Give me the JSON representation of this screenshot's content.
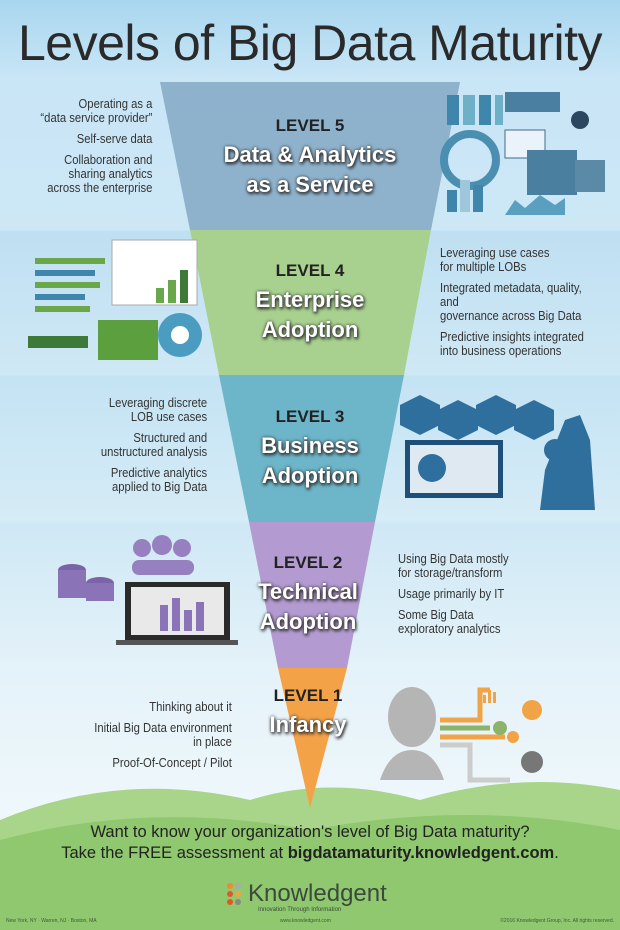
{
  "title": "Levels of Big Data Maturity",
  "levels": [
    {
      "number": "LEVEL 5",
      "name_lines": [
        "Data & Analytics",
        "as a Service"
      ],
      "color": "#8fb2cc",
      "bullets": [
        [
          "Operating as a",
          "“data service provider”"
        ],
        [
          "Self-serve data"
        ],
        [
          "Collaboration and",
          "sharing analytics",
          "across the enterprise"
        ]
      ]
    },
    {
      "number": "LEVEL 4",
      "name_lines": [
        "Enterprise",
        "Adoption"
      ],
      "color": "#a8d18f",
      "bullets": [
        [
          "Leveraging use cases",
          "for multiple LOBs"
        ],
        [
          "Integrated metadata, quality, and",
          "governance across Big Data"
        ],
        [
          "Predictive insights integrated",
          "into business operations"
        ]
      ]
    },
    {
      "number": "LEVEL 3",
      "name_lines": [
        "Business",
        "Adoption"
      ],
      "color": "#6db5c9",
      "bullets": [
        [
          "Leveraging discrete",
          "LOB use cases"
        ],
        [
          "Structured and",
          "unstructured analysis"
        ],
        [
          "Predictive analytics",
          "applied to Big Data"
        ]
      ]
    },
    {
      "number": "LEVEL 2",
      "name_lines": [
        "Technical",
        "Adoption"
      ],
      "color": "#b39bd1",
      "bullets": [
        [
          "Using Big Data mostly",
          "for storage/transform"
        ],
        [
          "Usage primarily by IT"
        ],
        [
          "Some Big Data",
          "exploratory analytics"
        ]
      ]
    },
    {
      "number": "LEVEL 1",
      "name_lines": [
        "Infancy"
      ],
      "color": "#f4a247",
      "bullets": [
        [
          "Thinking about it"
        ],
        [
          "Initial Big Data environment",
          "in place"
        ],
        [
          "Proof-Of-Concept / Pilot"
        ]
      ]
    }
  ],
  "cta": {
    "line1": "Want to know your organization's level of Big Data maturity?",
    "line2_prefix": "Take the FREE assessment at ",
    "link": "bigdatamaturity.knowledgent.com",
    "line2_suffix": "."
  },
  "logo": {
    "name": "Knowledgent",
    "tagline": "Innovation Through Information"
  },
  "footer": {
    "locations": "New York, NY · Warren, NJ · Boston, MA",
    "website": "www.knowledgent.com",
    "copyright": "©2016 Knowledgent Group, Inc. All rights reserved."
  }
}
